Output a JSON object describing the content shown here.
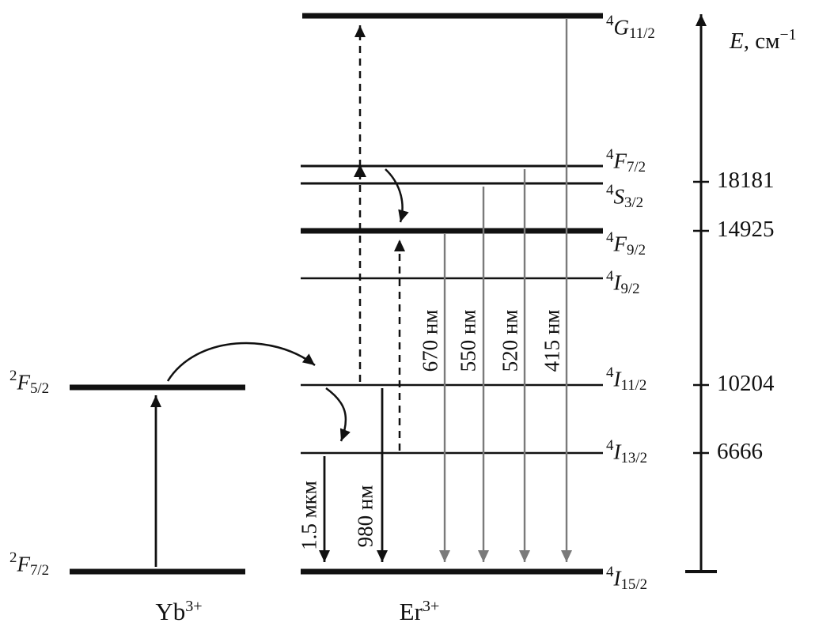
{
  "diagram": {
    "colors": {
      "ink": "#111111",
      "visible_emission_gray": "#7a7a7a"
    },
    "yb": {
      "ion_symbol": "Yb",
      "ion_charge": "3+",
      "levels": [
        {
          "sup": "2",
          "letter": "F",
          "sub": "5/2"
        },
        {
          "sup": "2",
          "letter": "F",
          "sub": "7/2"
        }
      ]
    },
    "er": {
      "ion_symbol": "Er",
      "ion_charge": "3+",
      "levels": [
        {
          "sup": "4",
          "letter": "G",
          "sub": "11/2"
        },
        {
          "sup": "4",
          "letter": "F",
          "sub": "7/2"
        },
        {
          "sup": "4",
          "letter": "S",
          "sub": "3/2"
        },
        {
          "sup": "4",
          "letter": "F",
          "sub": "9/2"
        },
        {
          "sup": "4",
          "letter": "I",
          "sub": "9/2"
        },
        {
          "sup": "4",
          "letter": "I",
          "sub": "11/2"
        },
        {
          "sup": "4",
          "letter": "I",
          "sub": "13/2"
        },
        {
          "sup": "4",
          "letter": "I",
          "sub": "15/2"
        }
      ]
    },
    "axis": {
      "label_letter": "E",
      "label_rest": ", см",
      "label_sup": "−1",
      "ticks": [
        "18181",
        "14925",
        "10204",
        "6666"
      ]
    },
    "transitions": {
      "visible_emissions": [
        "670 нм",
        "550 нм",
        "520 нм",
        "415 нм"
      ],
      "ir_emissions": [
        "1.5 мкм",
        "980 нм"
      ]
    }
  }
}
